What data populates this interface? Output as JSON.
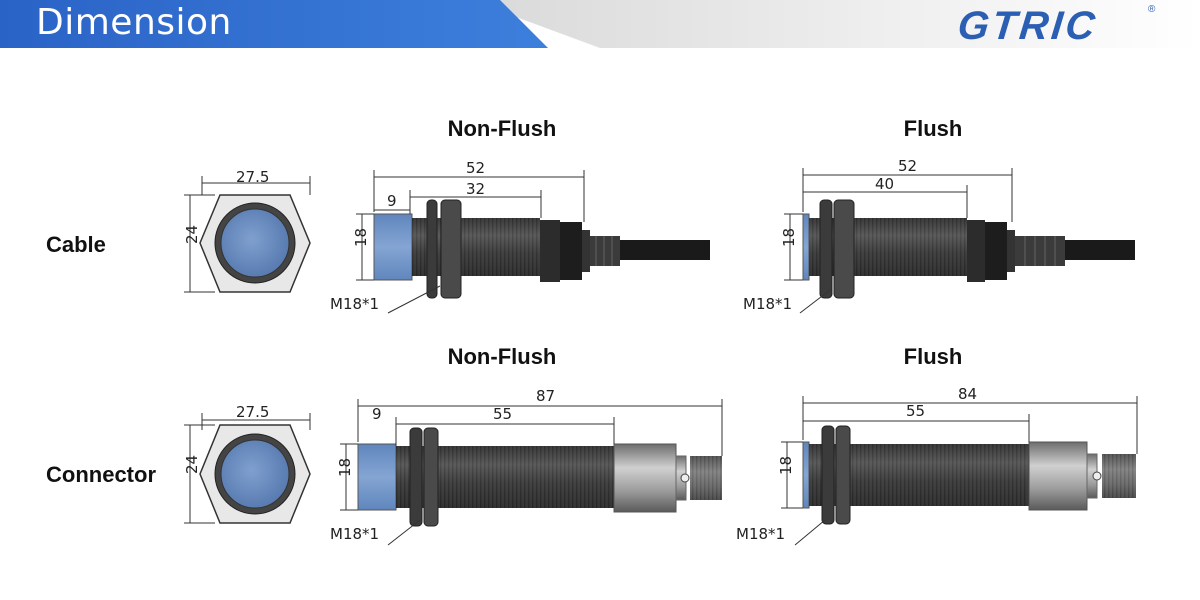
{
  "header": {
    "title": "Dimension",
    "logo": "GTRIC",
    "logo_mark": "®"
  },
  "rows": {
    "cable": "Cable",
    "connector": "Connector"
  },
  "columns": {
    "cable_nonflush": "Non-Flush",
    "cable_flush": "Flush",
    "connector_nonflush": "Non-Flush",
    "connector_flush": "Flush"
  },
  "dims": {
    "cable_front": {
      "width": "27.5",
      "height": "24"
    },
    "cable_nonflush": {
      "total": "52",
      "body": "32",
      "cap": "9",
      "dia": "18",
      "thread": "M18*1"
    },
    "cable_flush": {
      "total": "52",
      "body": "40",
      "dia": "18",
      "thread": "M18*1"
    },
    "connector_front": {
      "width": "27.5",
      "height": "24"
    },
    "connector_nonflush": {
      "total": "87",
      "body": "55",
      "cap": "9",
      "dia": "18",
      "thread": "M18*1"
    },
    "connector_flush": {
      "total": "84",
      "body": "55",
      "dia": "18",
      "thread": "M18*1"
    }
  },
  "colors": {
    "header_blue": "#2f6fd0",
    "sensor_face": "#6f93c4",
    "body_dark": "#3a3a3a",
    "logo": "#2b5fb3"
  }
}
